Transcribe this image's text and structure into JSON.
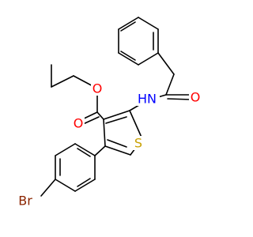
{
  "molecule": {
    "atom_labels": {
      "o_ester": "O",
      "o_carbonyl_ester": "O",
      "hn": "HN",
      "o_amide": "O",
      "s": "S",
      "br": "Br"
    },
    "colors": {
      "oxygen": "#ff0000",
      "nitrogen": "#0000ff",
      "sulfur": "#c8a000",
      "bromine": "#8b2500",
      "bond": "#000000"
    }
  }
}
